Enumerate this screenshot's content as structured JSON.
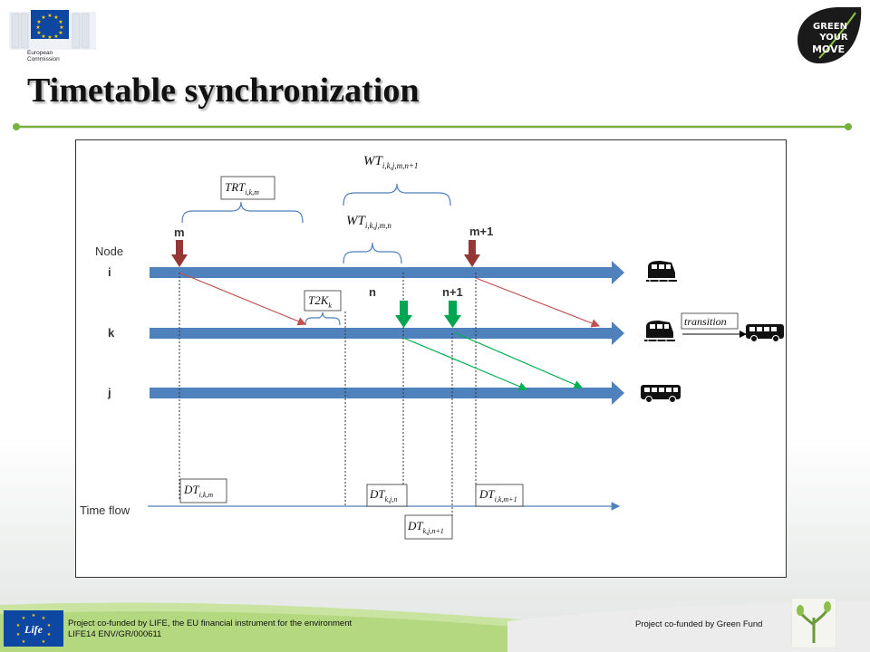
{
  "header": {
    "ec_logo_text": [
      "European",
      "Commission"
    ],
    "gym_logo_text": [
      "GREEN",
      "YOUR",
      "MOVE"
    ]
  },
  "slide": {
    "title": "Timetable synchronization"
  },
  "diagram": {
    "axis_label_node": "Node",
    "nodes": [
      "i",
      "k",
      "j"
    ],
    "time_axis_label": "Time flow",
    "markers": {
      "m": "m",
      "m1": "m+1",
      "n": "n",
      "n1": "n+1"
    },
    "brackets": {
      "trt": {
        "base": "TRT",
        "sub": "i,k,m"
      },
      "wt_n1": {
        "base": "WT",
        "sub": "i,k,j,m,n+1"
      },
      "wt_n": {
        "base": "WT",
        "sub": "i,k,j,m,n"
      },
      "t2k": {
        "base": "T2K",
        "sub": "k"
      }
    },
    "dt_boxes": {
      "dt_ikm": {
        "base": "DT",
        "sub": "i,k,m"
      },
      "dt_kjn": {
        "base": "DT",
        "sub": "k,j,n"
      },
      "dt_ikm1": {
        "base": "DT",
        "sub": "i,k,m+1"
      },
      "dt_kjn1": {
        "base": "DT",
        "sub": "k,j,n+1"
      }
    },
    "transition_label": "transition",
    "colors": {
      "line": "#4f81bd",
      "arrival_arrow": "#953735",
      "departure_arrow": "#00a651",
      "transfer_red": "#c0504d",
      "transfer_green": "#00b050"
    }
  },
  "footer": {
    "life_logo_text": "Life",
    "left_line1": "Project co-funded by LIFE, the EU financial instrument for the environment",
    "left_line2": "LIFE14 ENV/GR/000611",
    "right": "Project co-funded by Green Fund"
  }
}
